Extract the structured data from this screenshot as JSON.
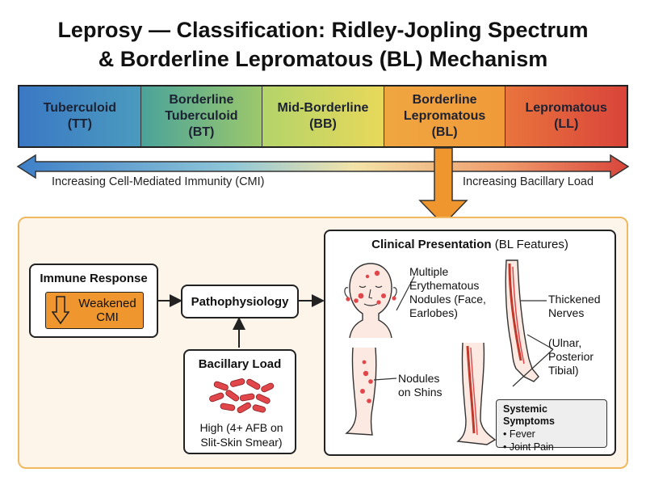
{
  "title": {
    "line1": "Leprosy — Classification: Ridley-Jopling Spectrum",
    "line2": "& Borderline Lepromatous (BL) Mechanism"
  },
  "spectrum": [
    {
      "line1": "Tuberculoid",
      "line2": "(TT)"
    },
    {
      "line1": "Borderline",
      "line2": "Tuberculoid",
      "line3": "(BT)"
    },
    {
      "line1": "Mid-Borderline",
      "line2": "(BB)"
    },
    {
      "line1": "Borderline",
      "line2": "Lepromatous",
      "line3": "(BL)"
    },
    {
      "line1": "Lepromatous",
      "line2": "(LL)"
    }
  ],
  "arrows": {
    "left_caption": "Increasing Cell-Mediated Immunity (CMI)",
    "right_caption": "Increasing Bacillary Load"
  },
  "immune": {
    "title": "Immune Response",
    "inner_line1": "Weakened",
    "inner_line2": "CMI"
  },
  "patho": {
    "title": "Pathophysiology"
  },
  "bacillary": {
    "title": "Bacillary Load",
    "line1": "High (4+ AFB on",
    "line2": "Slit-Skin Smear)"
  },
  "clinical": {
    "title_bold": "Clinical Presentation",
    "title_rest": " (BL Features)",
    "nodules_face": [
      "Multiple",
      "Erythematous",
      "Nodules (Face,",
      "Earlobes)"
    ],
    "nerves": [
      "Thickened",
      "Nerves"
    ],
    "nerve_names": [
      "(Ulnar,",
      "Posterior",
      "Tibial)"
    ],
    "shins": [
      "Nodules",
      "on Shins"
    ],
    "systemic_title": "Systemic Symptoms",
    "systemic_items": [
      "Fever",
      "Joint Pain"
    ]
  },
  "colors": {
    "panel_border": "#f0b860",
    "arrow_orange": "#f0962f",
    "cmi_arrow": "#3d7fc8",
    "load_arrow": "#d9443a",
    "nodule_red": "#e0464a"
  }
}
